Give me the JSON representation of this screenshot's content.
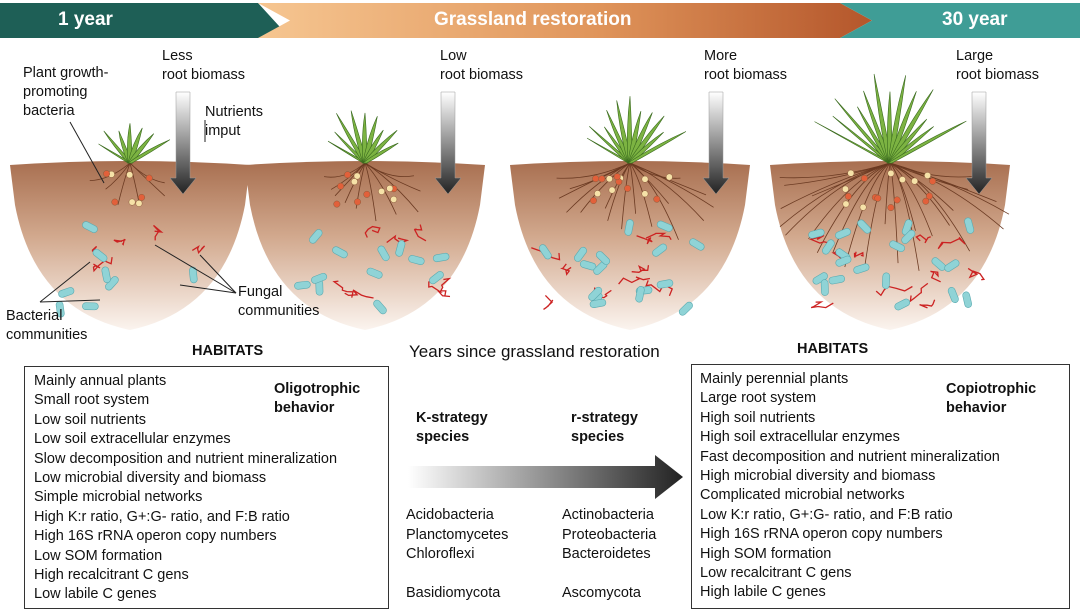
{
  "banner": {
    "start_label": "1 year",
    "middle_label": "Grassland restoration",
    "end_label": "30 year",
    "colors": {
      "dark_teal": "#1b5e55",
      "peach": "#f6c28b",
      "brown": "#b5582a",
      "light_teal": "#3e9e97"
    }
  },
  "stages": [
    {
      "root_label": "Less\nroot biomass"
    },
    {
      "root_label": "Low\nroot biomass"
    },
    {
      "root_label": "More\nroot biomass"
    },
    {
      "root_label": "Large\nroot biomass"
    }
  ],
  "annotations": {
    "pgpb": "Plant growth-\npromoting\nbacteria",
    "nutrients": "Nutrients\nimput",
    "bacterial": "Bacterial\ncommunities",
    "fungal": "Fungal\ncommunities"
  },
  "left_panel": {
    "heading": "HABITATS",
    "behavior": "Oligotrophic\nbehavior",
    "items": [
      "Mainly annual plants",
      "Small root system",
      "Low soil nutrients",
      "Low soil extracellular enzymes",
      "Slow decomposition and nutrient mineralization",
      "Low microbial diversity and biomass",
      "Simple microbial networks",
      "High K:r ratio, G+:G- ratio, and F:B ratio",
      "High 16S rRNA operon copy numbers",
      "Low SOM formation",
      "High recalcitrant C gens",
      "Low labile C genes"
    ]
  },
  "right_panel": {
    "heading": "HABITATS",
    "behavior": "Copiotrophic\nbehavior",
    "items": [
      "Mainly perennial plants",
      "Large root system",
      "High soil nutrients",
      "High soil extracellular enzymes",
      "Fast decomposition and nutrient mineralization",
      "High microbial diversity and biomass",
      "Complicated microbial networks",
      "Low K:r ratio, G+:G- ratio, and F:B ratio",
      "High 16S rRNA operon copy numbers",
      "High SOM formation",
      "Low recalcitrant C gens",
      "High labile C genes"
    ]
  },
  "middle": {
    "years_label": "Years since grassland restoration",
    "k_label": "K-strategy\nspecies",
    "r_label": "r-strategy\nspecies",
    "k_taxa": [
      "Acidobacteria",
      "Planctomycetes",
      "Chloroflexi"
    ],
    "k_fungi": "Basidiomycota",
    "r_taxa": [
      "Actinobacteria",
      "Proteobacteria",
      "Bacteroidetes"
    ],
    "r_fungi": "Ascomycota"
  },
  "colors": {
    "soil_top": "#b07a5c",
    "soil_bottom": "#f3e6dc",
    "bacteria": "#8fd3d6",
    "fungi": "#cc2222",
    "plant": "#7cb342"
  }
}
